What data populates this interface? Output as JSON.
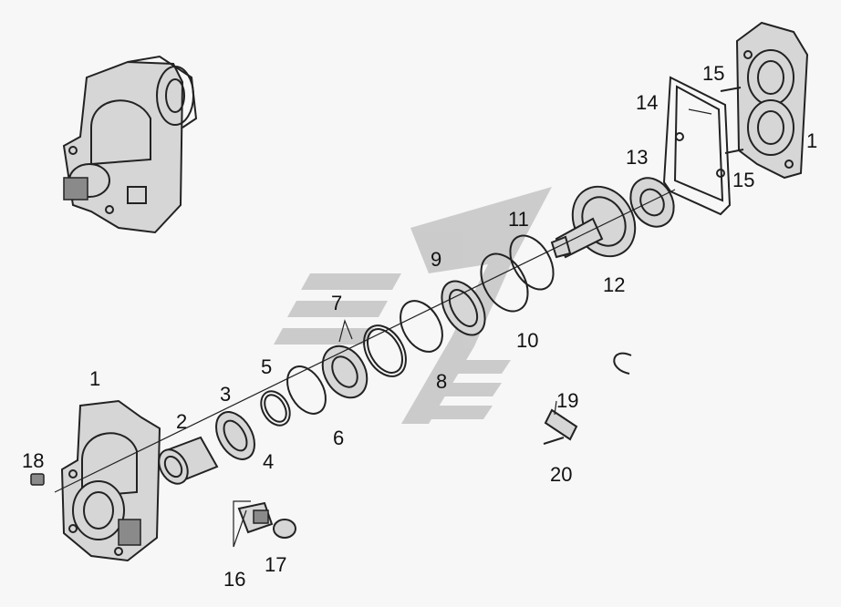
{
  "diagram": {
    "callouts": [
      {
        "id": "1",
        "text": "1"
      },
      {
        "id": "1b",
        "text": "1"
      },
      {
        "id": "2",
        "text": "2"
      },
      {
        "id": "3",
        "text": "3"
      },
      {
        "id": "4",
        "text": "4"
      },
      {
        "id": "5",
        "text": "5"
      },
      {
        "id": "6",
        "text": "6"
      },
      {
        "id": "7",
        "text": "7"
      },
      {
        "id": "8",
        "text": "8"
      },
      {
        "id": "9",
        "text": "9"
      },
      {
        "id": "10",
        "text": "10"
      },
      {
        "id": "11",
        "text": "11"
      },
      {
        "id": "12",
        "text": "12"
      },
      {
        "id": "13",
        "text": "13"
      },
      {
        "id": "14",
        "text": "14"
      },
      {
        "id": "15",
        "text": "15"
      },
      {
        "id": "15b",
        "text": "15"
      },
      {
        "id": "16",
        "text": "16"
      },
      {
        "id": "17",
        "text": "17"
      },
      {
        "id": "18",
        "text": "18"
      },
      {
        "id": "19",
        "text": "19"
      },
      {
        "id": "20",
        "text": "20"
      }
    ],
    "colors": {
      "ink": "#222222",
      "watermark": "#bfbfbf",
      "part_fill": "#d6d6d6"
    }
  }
}
